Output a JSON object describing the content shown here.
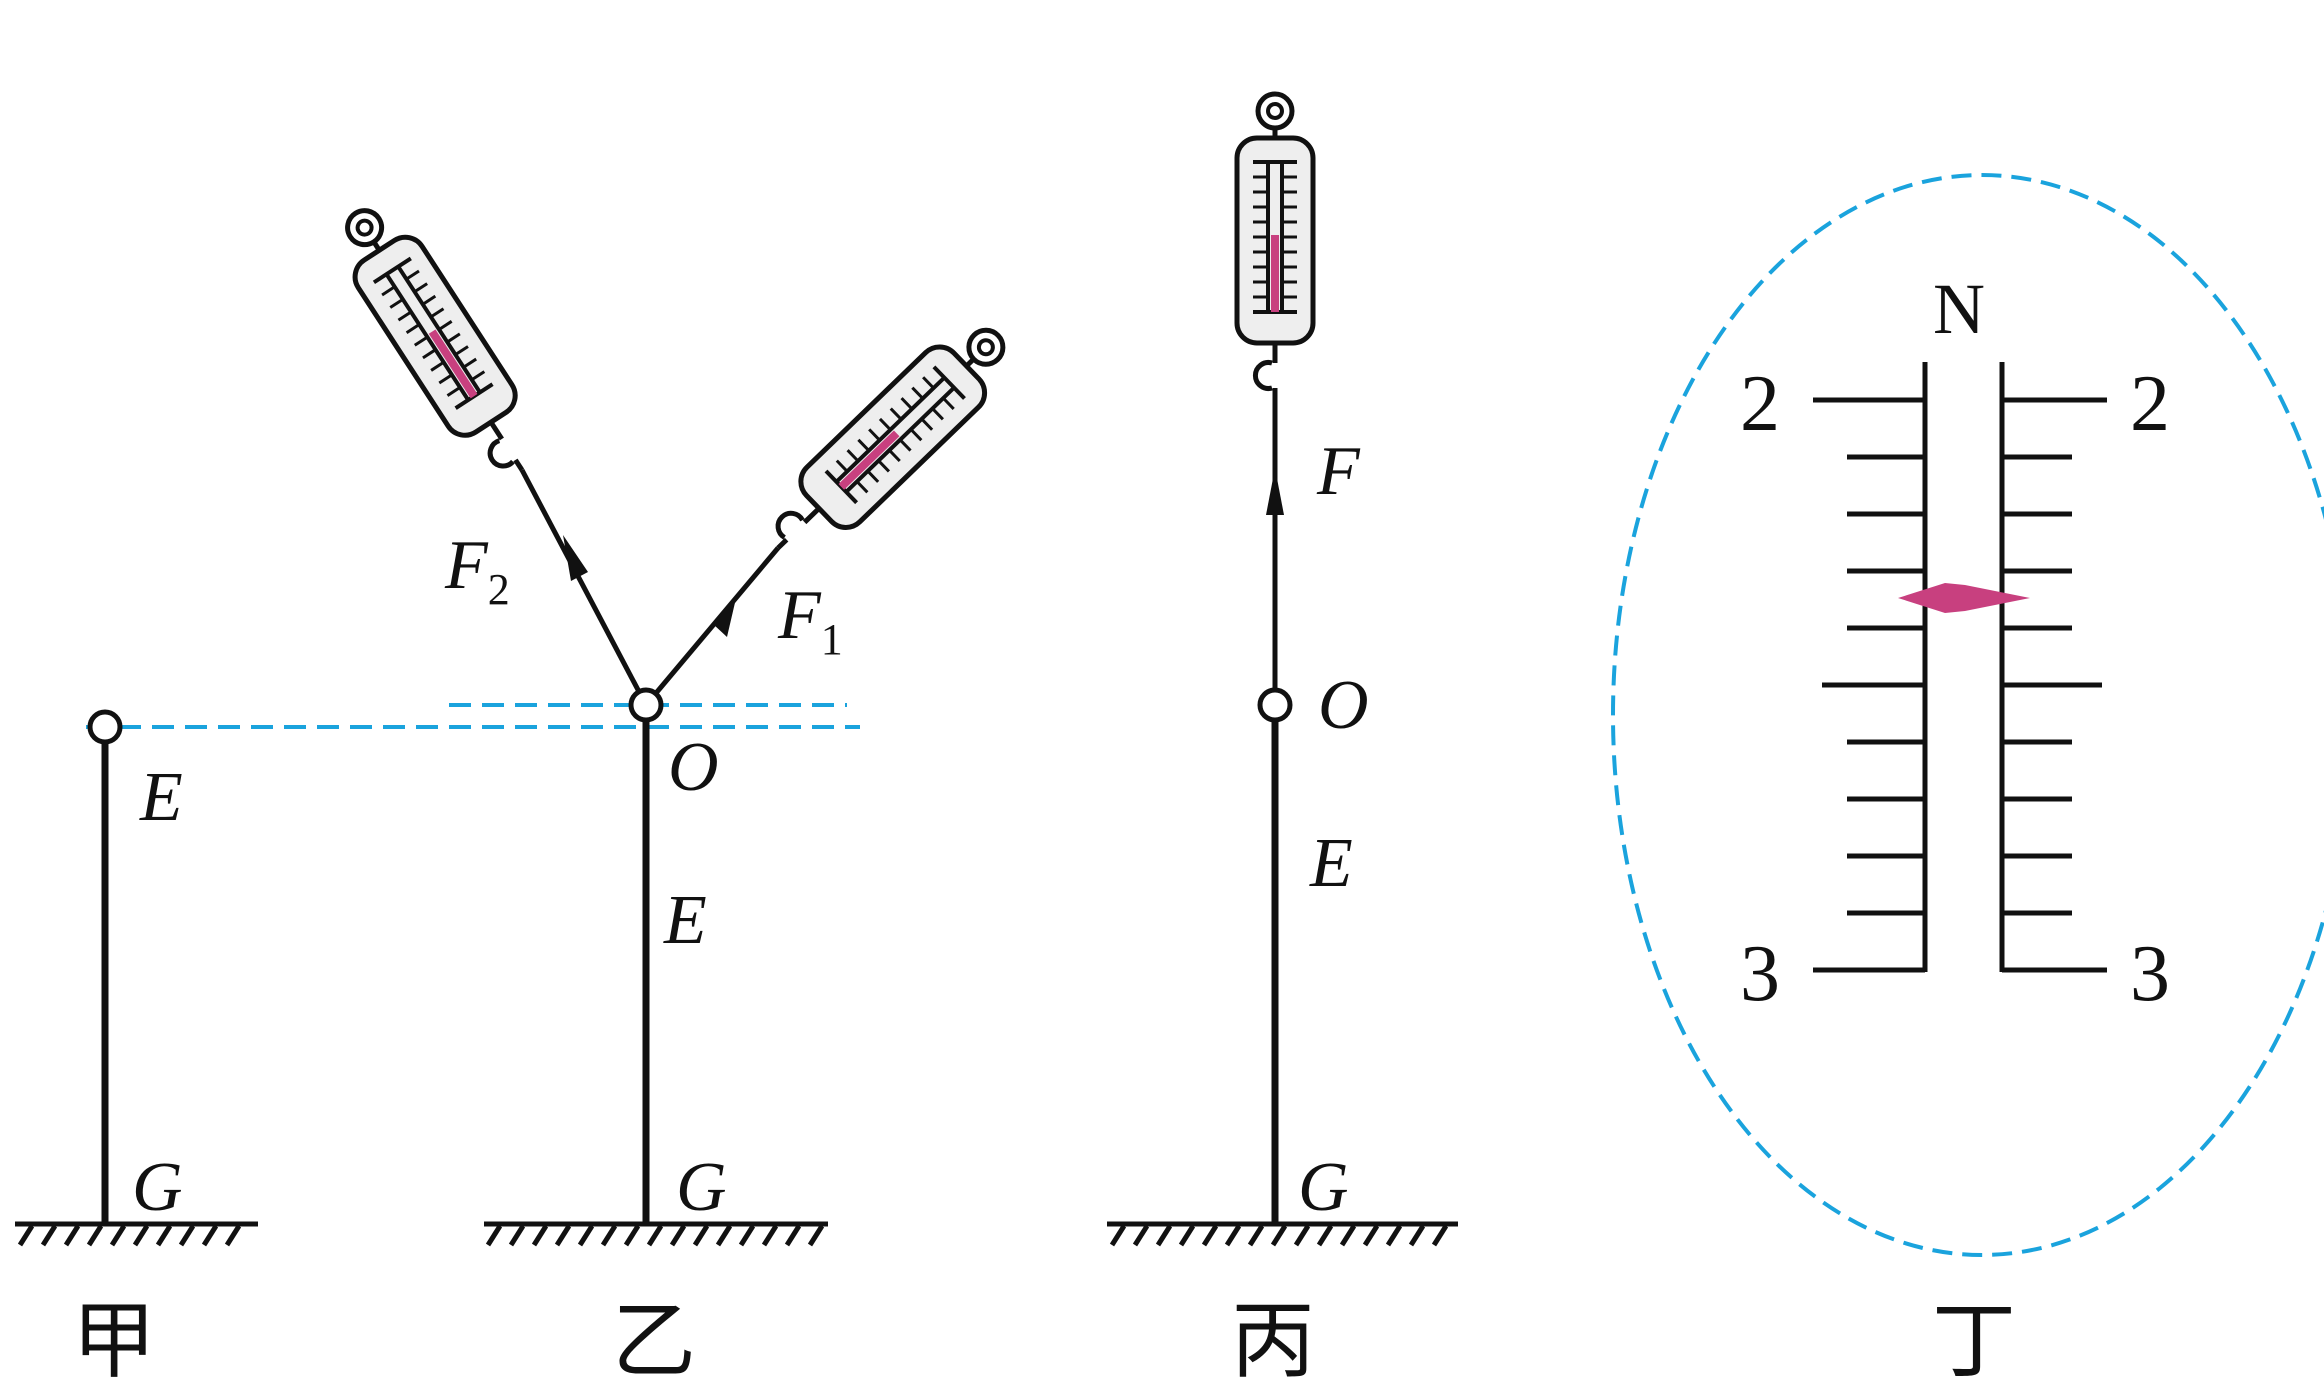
{
  "colors": {
    "ink": "#111111",
    "guide": "#1aa3dd",
    "indicator": "#c8407f",
    "scale_fill": "#eeeeee"
  },
  "panels": {
    "jia": {
      "caption": "甲",
      "point_E": "E",
      "point_G": "G"
    },
    "yi": {
      "caption": "乙",
      "point_O": "O",
      "point_E": "E",
      "point_G": "G",
      "force_1": "F",
      "force_1_sub": "1",
      "force_2": "F",
      "force_2_sub": "2"
    },
    "bing": {
      "caption": "丙",
      "point_O": "O",
      "point_E": "E",
      "point_G": "G",
      "force": "F"
    },
    "ding": {
      "caption": "丁",
      "unit": "N",
      "scale_top_left": "2",
      "scale_top_right": "2",
      "scale_bottom_left": "3",
      "scale_bottom_right": "3"
    }
  }
}
